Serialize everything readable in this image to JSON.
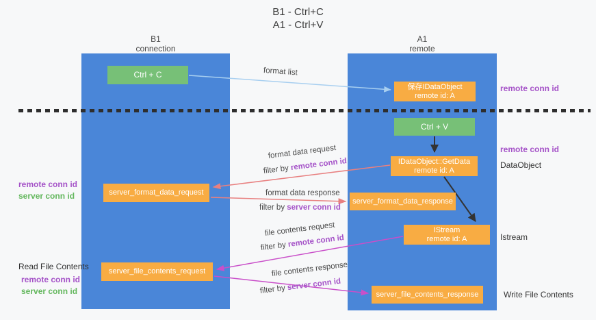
{
  "title": {
    "line1": "B1 - Ctrl+C",
    "line2": "A1 - Ctrl+V"
  },
  "columns": {
    "left": {
      "header_line1": "B1",
      "header_line2": "connection"
    },
    "right": {
      "header_line1": "A1",
      "header_line2": "remote"
    }
  },
  "nodes": {
    "ctrl_c": "Ctrl + C",
    "ctrl_v": "Ctrl + V",
    "save_idataobject_line1": "保存IDataObject",
    "save_idataobject_line2": "remote id: A",
    "getdata_line1": "IDataObject::GetData",
    "getdata_line2": "remote id: A",
    "istream_line1": "IStream",
    "istream_line2": "remote id: A",
    "server_format_data_request": "server_format_data_request",
    "server_format_data_response": "server_format_data_response",
    "server_file_contents_request": "server_file_contents_request",
    "server_file_contents_response": "server_file_contents_response"
  },
  "side_labels": {
    "remote_conn_id": "remote conn id",
    "server_conn_id": "server conn id",
    "dataobject": "DataObject",
    "istream": "Istream",
    "read_file_contents": "Read File Contents",
    "write_file_contents": "Write File Contents"
  },
  "arrow_labels": {
    "format_list": "format list",
    "format_data_request": "format data request",
    "format_data_response": "format data response",
    "file_contents_request": "file contents request",
    "file_contents_response": "file contents response",
    "filter_by": "filter by ",
    "remote_conn_id": "remote conn id",
    "server_conn_id": "server conn id"
  },
  "colors": {
    "column_blue": "#4A86D8",
    "node_green": "#77C077",
    "node_orange": "#F8AC43",
    "arrow_salmon": "#E88080",
    "arrow_magenta": "#C94FC9",
    "arrow_lightblue": "#A8CFF0",
    "arrow_black": "#333333",
    "text_purple": "#A553C8",
    "text_green": "#63B75D"
  }
}
